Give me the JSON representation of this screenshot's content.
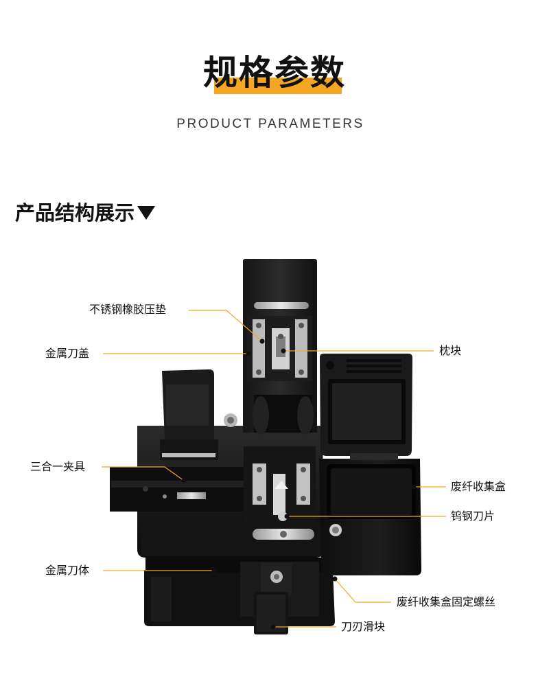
{
  "header": {
    "title": "规格参数",
    "subtitle": "PRODUCT PARAMETERS",
    "section_title": "产品结构展示",
    "accent_color": "#f5a623"
  },
  "device_icon": "fiber-cleaver-illustration",
  "parts": [
    {
      "id": "rubber-pad",
      "text": "不锈钢橡胶压垫",
      "side": "left"
    },
    {
      "id": "metal-lid",
      "text": "金属刀盖",
      "side": "left"
    },
    {
      "id": "pillow-block",
      "text": "枕块",
      "side": "right"
    },
    {
      "id": "clamp",
      "text": "三合一夹具",
      "side": "left"
    },
    {
      "id": "waste-box",
      "text": "废纤收集盒",
      "side": "right"
    },
    {
      "id": "blade",
      "text": "钨钢刀片",
      "side": "right"
    },
    {
      "id": "metal-body",
      "text": "金属刀体",
      "side": "left"
    },
    {
      "id": "box-screw",
      "text": "废纤收集盒固定螺丝",
      "side": "right"
    },
    {
      "id": "blade-slider",
      "text": "刀刃滑块",
      "side": "right"
    }
  ]
}
